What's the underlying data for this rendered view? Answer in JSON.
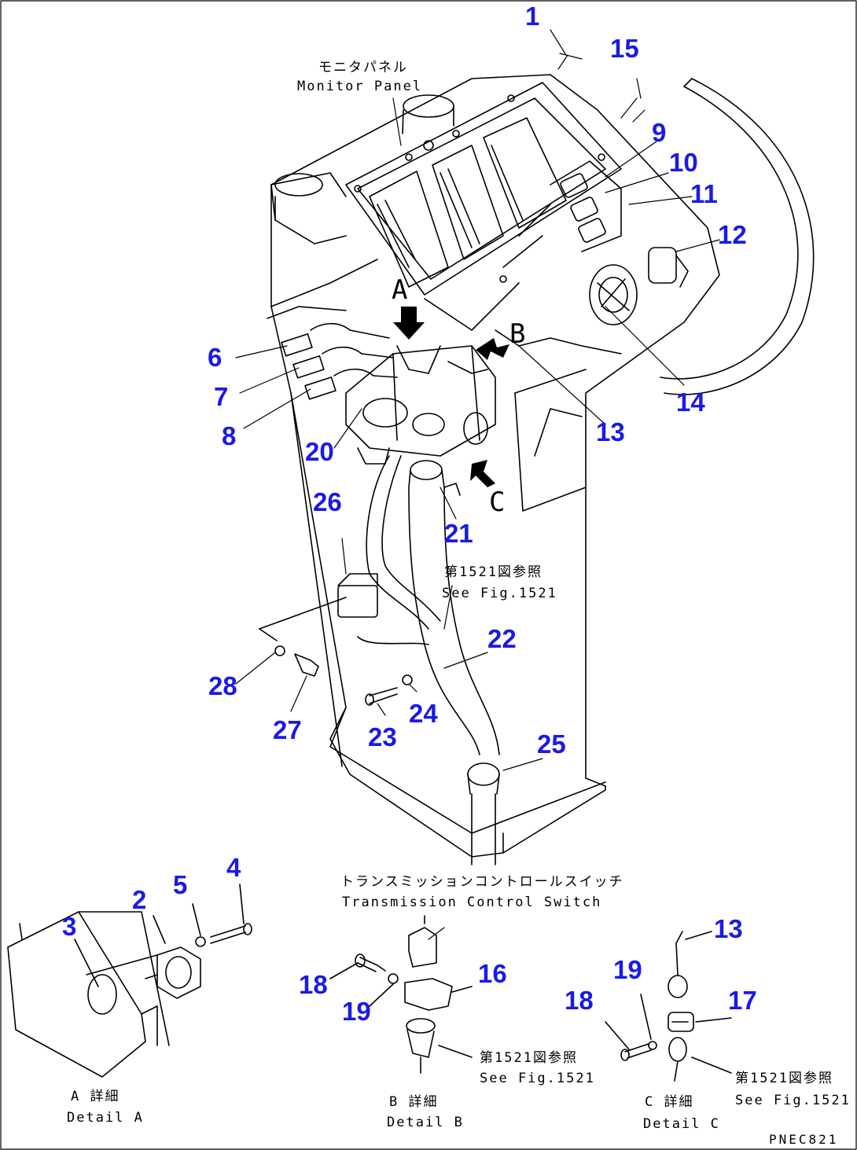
{
  "colors": {
    "callout": "#1a1ae6",
    "line": "#000000",
    "background": "#ffffff"
  },
  "callouts": [
    {
      "id": "c1",
      "text": "1"
    },
    {
      "id": "c15",
      "text": "15"
    },
    {
      "id": "c9",
      "text": "9"
    },
    {
      "id": "c10",
      "text": "10"
    },
    {
      "id": "c11",
      "text": "11"
    },
    {
      "id": "c12",
      "text": "12"
    },
    {
      "id": "c6",
      "text": "6"
    },
    {
      "id": "c7",
      "text": "7"
    },
    {
      "id": "c8",
      "text": "8"
    },
    {
      "id": "c14",
      "text": "14"
    },
    {
      "id": "c13a",
      "text": "13"
    },
    {
      "id": "c20",
      "text": "20"
    },
    {
      "id": "c26",
      "text": "26"
    },
    {
      "id": "c21",
      "text": "21"
    },
    {
      "id": "c22",
      "text": "22"
    },
    {
      "id": "c28",
      "text": "28"
    },
    {
      "id": "c27",
      "text": "27"
    },
    {
      "id": "c24",
      "text": "24"
    },
    {
      "id": "c23",
      "text": "23"
    },
    {
      "id": "c25",
      "text": "25"
    },
    {
      "id": "c4",
      "text": "4"
    },
    {
      "id": "c5",
      "text": "5"
    },
    {
      "id": "c2",
      "text": "2"
    },
    {
      "id": "c3",
      "text": "3"
    },
    {
      "id": "c16",
      "text": "16"
    },
    {
      "id": "c18a",
      "text": "18"
    },
    {
      "id": "c19a",
      "text": "19"
    },
    {
      "id": "c13b",
      "text": "13"
    },
    {
      "id": "c19b",
      "text": "19"
    },
    {
      "id": "c17",
      "text": "17"
    },
    {
      "id": "c18b",
      "text": "18"
    }
  ],
  "view_letters": {
    "a": "A",
    "b": "B",
    "c": "C"
  },
  "labels": {
    "monitor_panel_jp": "モニタパネル",
    "monitor_panel_en": "Monitor Panel",
    "see_fig_jp_1": "第1521図参照",
    "see_fig_en_1": "See Fig.1521",
    "trans_switch_jp": "トランスミッションコントロールスイッチ",
    "trans_switch_en": "Transmission Control Switch",
    "see_fig_jp_2": "第1521図参照",
    "see_fig_en_2": "See Fig.1521",
    "see_fig_jp_3": "第1521図参照",
    "see_fig_en_3": "See Fig.1521",
    "detail_a_jp": "A 詳細",
    "detail_a_en": "Detail A",
    "detail_b_jp": "B 詳細",
    "detail_b_en": "Detail B",
    "detail_c_jp": "C 詳細",
    "detail_c_en": "Detail C"
  },
  "drawing_code": "PNEC821"
}
